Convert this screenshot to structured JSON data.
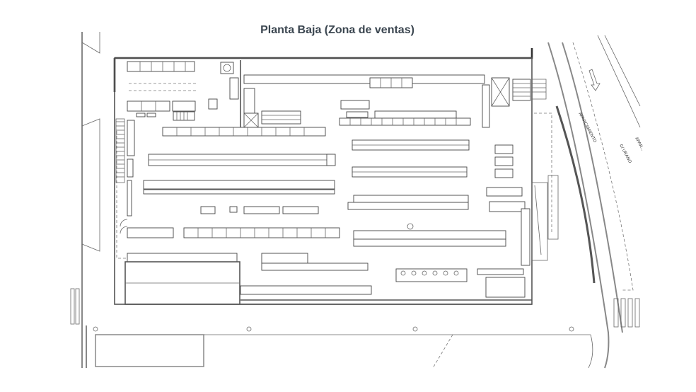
{
  "title": "Planta Baja (Zona de ventas)",
  "labels": {
    "parking": "APARCAMIENTO",
    "street": "C/ URANO",
    "parking_cut": "APAR..."
  },
  "colors": {
    "title": "#3b4650",
    "walls": "#555555",
    "background": "#ffffff"
  }
}
